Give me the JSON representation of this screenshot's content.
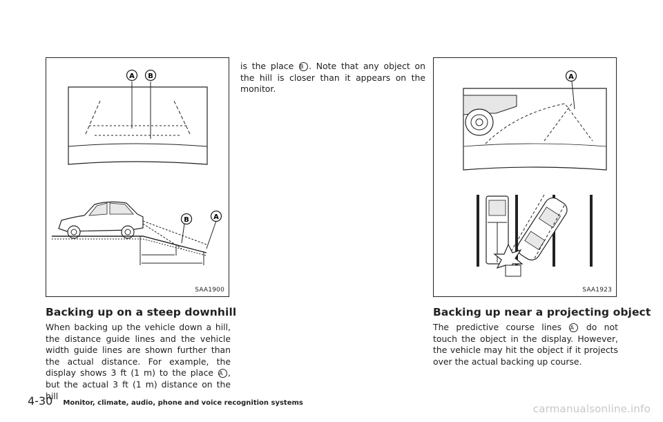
{
  "figures": [
    {
      "code": "SAA1900",
      "callouts": [
        "A",
        "B"
      ]
    },
    {
      "code": "SAA1923",
      "callouts": [
        "A"
      ]
    }
  ],
  "left_section": {
    "heading": "Backing up on a steep downhill",
    "body_1": "When backing up the vehicle down a hill, the distance guide lines and the vehicle width guide lines are shown further than the actual distance. For example, the display shows 3 ft (1 m) to the place",
    "ref_1": "A",
    "body_2": ", but the actual 3 ft (1 m) distance on the hill",
    "body_3": "is the place",
    "ref_2": "B",
    "body_4": ". Note that any object on the hill is closer than it appears on the monitor."
  },
  "right_section": {
    "heading": "Backing up near a projecting object",
    "body_1": "The predictive course lines",
    "ref_1": "A",
    "body_2": "do not touch the object in the display. However, the vehicle may hit the object if it projects over the actual backing up course."
  },
  "footer": {
    "page_number": "4-30",
    "chapter": "Monitor, climate, audio, phone and voice recognition systems"
  },
  "watermark": "carmanualsonline.info"
}
